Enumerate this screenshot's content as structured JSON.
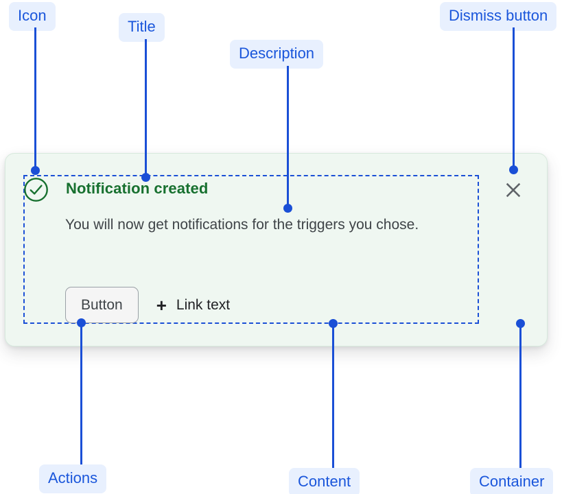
{
  "annotations": {
    "icon": "Icon",
    "title": "Title",
    "description": "Description",
    "dismiss_button": "Dismiss button",
    "actions": "Actions",
    "content": "Content",
    "container": "Container"
  },
  "notification": {
    "status_icon": "check-circle-icon",
    "title": "Notification created",
    "description": "You will now get notifications for the triggers you chose.",
    "button_label": "Button",
    "link_icon": "plus-icon",
    "link_label": "Link text",
    "dismiss_icon": "close-icon"
  },
  "colors": {
    "annotation_text": "#1a4fd6",
    "annotation_chip_bg": "#e8f0fe",
    "container_bg": "#eff7f1",
    "container_border": "#d7e9dd",
    "success_green": "#17702f",
    "body_text": "#3f4448",
    "icon_gray": "#5f6368",
    "button_bg": "#f5f5f5",
    "button_border": "#9aa0a6"
  }
}
